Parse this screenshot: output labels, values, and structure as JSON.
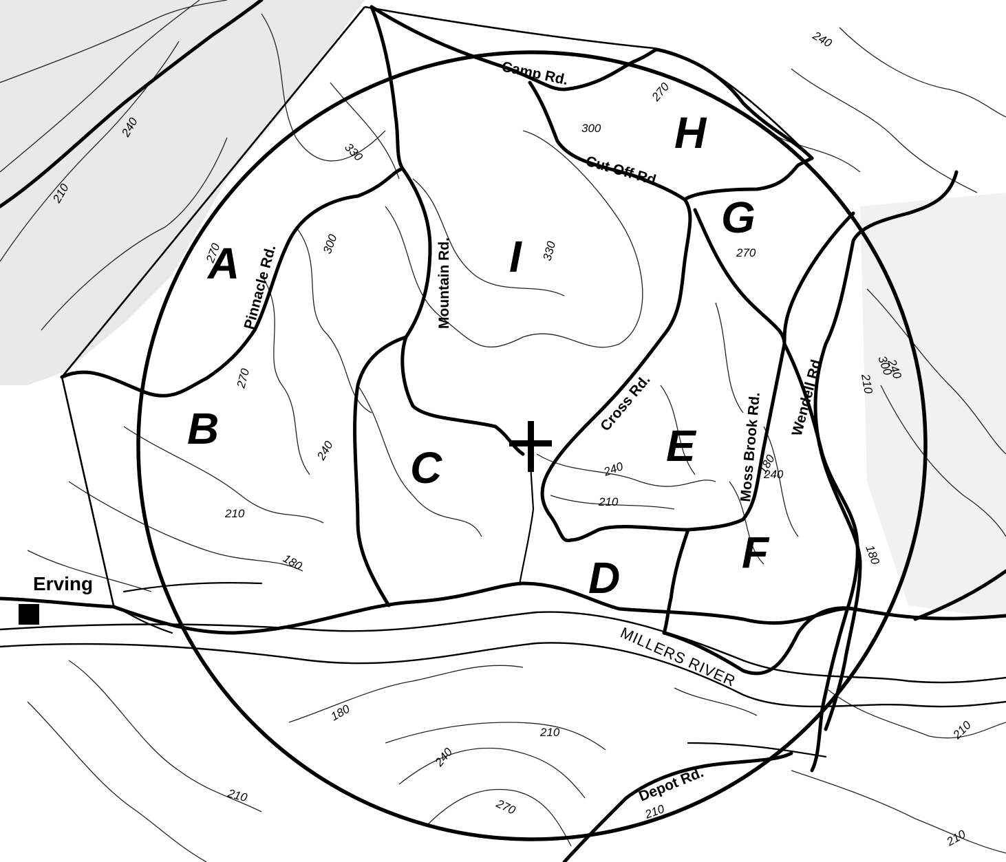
{
  "map": {
    "town": {
      "name": "Erving"
    },
    "river": {
      "name": "MILLERS RIVER"
    },
    "center_marker": "plus-icon",
    "roads": [
      {
        "id": "camp",
        "label": "Camp Rd."
      },
      {
        "id": "cutoff",
        "label": "Cut Off Rd."
      },
      {
        "id": "pinnacle",
        "label": "Pinnacle Rd."
      },
      {
        "id": "mountain",
        "label": "Mountain Rd."
      },
      {
        "id": "cross",
        "label": "Cross Rd."
      },
      {
        "id": "mossbrook",
        "label": "Moss Brook Rd."
      },
      {
        "id": "wendell",
        "label": "Wendell Rd."
      },
      {
        "id": "depot",
        "label": "Depot Rd."
      }
    ],
    "regions": [
      "A",
      "B",
      "C",
      "D",
      "E",
      "F",
      "G",
      "H",
      "I"
    ],
    "elevation_labels": [
      "240",
      "240",
      "210",
      "270",
      "270",
      "300",
      "330",
      "300",
      "330",
      "270",
      "270",
      "300",
      "240",
      "240",
      "210",
      "210",
      "180",
      "240",
      "210",
      "180",
      "210",
      "240",
      "180",
      "180",
      "210",
      "240",
      "210",
      "270",
      "210",
      "210"
    ]
  }
}
